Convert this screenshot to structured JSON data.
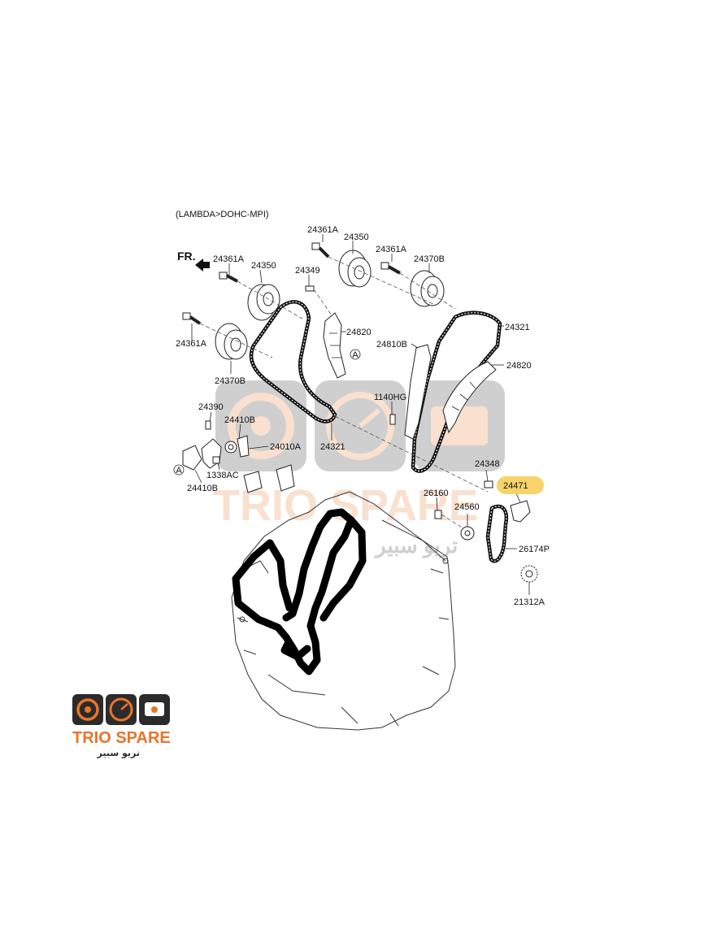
{
  "diagram": {
    "header": "(LAMBDA>DOHC-MPI)",
    "front_label": "FR.",
    "ref_marker": "A",
    "highlight_color": "#F7D36A",
    "labels": {
      "l01": "24361A",
      "l02": "24350",
      "l03": "24361A",
      "l04": "24370B",
      "l05": "24361A",
      "l06": "24350",
      "l07": "24349",
      "l08": "24820",
      "l09": "24321",
      "l10": "24810B",
      "l11": "24820",
      "l12": "24361A",
      "l13": "24370B",
      "l14": "1140HG",
      "l15": "24390",
      "l16": "24410B",
      "l17": "24010A",
      "l18": "24321",
      "l19": "1338AC",
      "l20": "24410B",
      "l21": "24348",
      "l22": "24471",
      "l23": "26160",
      "l24": "24560",
      "l25": "26174P",
      "l26": "21312A"
    }
  },
  "watermark": {
    "brand_text": "TRIO SPARE",
    "arabic_text": "تريو سبير",
    "brand_color": "#E8742A",
    "dark_color": "#2B2B2B"
  },
  "logo": {
    "brand_text": "TRIO SPARE",
    "arabic_text": "تريو سبير"
  }
}
